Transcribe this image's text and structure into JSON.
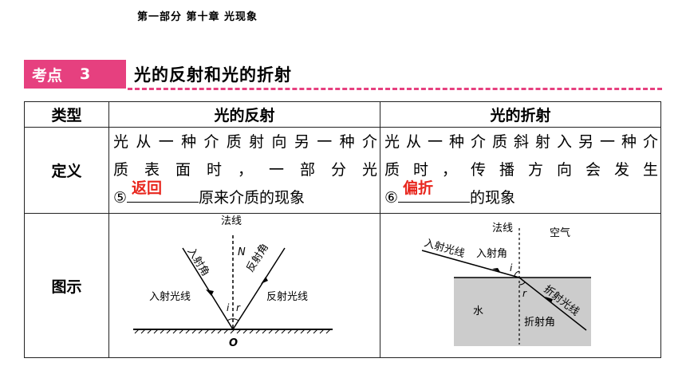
{
  "header": {
    "text": "第一部分 第十章 光现象"
  },
  "section": {
    "label": "考点",
    "number": "3",
    "title": "光的反射和光的折射"
  },
  "table": {
    "col_type": "类型",
    "col_reflection": "光的反射",
    "col_refraction": "光的折射",
    "row_definition": "定义",
    "row_diagram": "图示",
    "reflection_def_line1": "光从一种介质射向另一种介",
    "reflection_def_line2": "质表面时，一部分光",
    "reflection_def_marker": "⑤",
    "reflection_def_answer": "返回",
    "reflection_def_end": "原来介质的现象",
    "refraction_def_line1": "光从一种介质斜射入另一种介",
    "refraction_def_line2": "质时，传播方向会发生",
    "refraction_def_marker": "⑥",
    "refraction_def_answer": "偏折",
    "refraction_def_end": "的现象"
  },
  "reflection_diagram": {
    "normal_label": "法线",
    "n_label": "N",
    "incident_angle_label": "入射角",
    "reflection_angle_label": "反射角",
    "incident_ray_label": "入射光线",
    "reflected_ray_label": "反射光线",
    "i_label": "i",
    "r_label": "r",
    "o_label": "O"
  },
  "refraction_diagram": {
    "normal_label": "法线",
    "air_label": "空气",
    "incident_angle_label": "入射角",
    "incident_ray_label": "入射光线",
    "i_label": "i",
    "r_label": "r",
    "refracted_ray_label": "折射光线",
    "water_label": "水",
    "refraction_angle_label": "折射角"
  },
  "colors": {
    "accent": "#e6407f",
    "answer": "#e8261d",
    "water": "#cccccc"
  }
}
